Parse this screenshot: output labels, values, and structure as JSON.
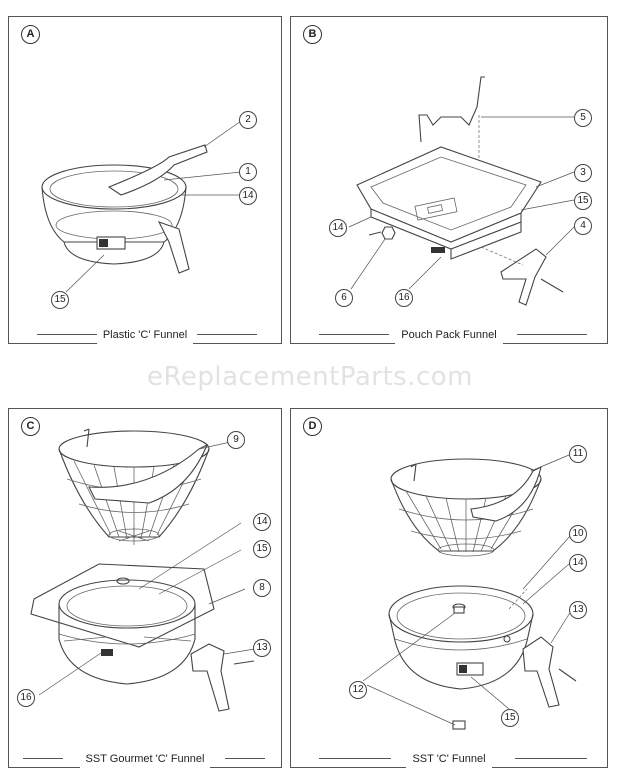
{
  "watermark": "eReplacementParts.com",
  "panels": {
    "a": {
      "letter": "A",
      "caption": "Plastic 'C' Funnel",
      "callouts": [
        "2",
        "1",
        "14",
        "15"
      ]
    },
    "b": {
      "letter": "B",
      "caption": "Pouch Pack Funnel",
      "callouts": [
        "5",
        "3",
        "15",
        "14",
        "4",
        "6",
        "16"
      ]
    },
    "c": {
      "letter": "C",
      "caption": "SST Gourmet 'C' Funnel",
      "callouts": [
        "9",
        "14",
        "15",
        "8",
        "13",
        "16"
      ]
    },
    "d": {
      "letter": "D",
      "caption": "SST 'C' Funnel",
      "callouts": [
        "11",
        "10",
        "14",
        "13",
        "12",
        "15"
      ]
    }
  }
}
